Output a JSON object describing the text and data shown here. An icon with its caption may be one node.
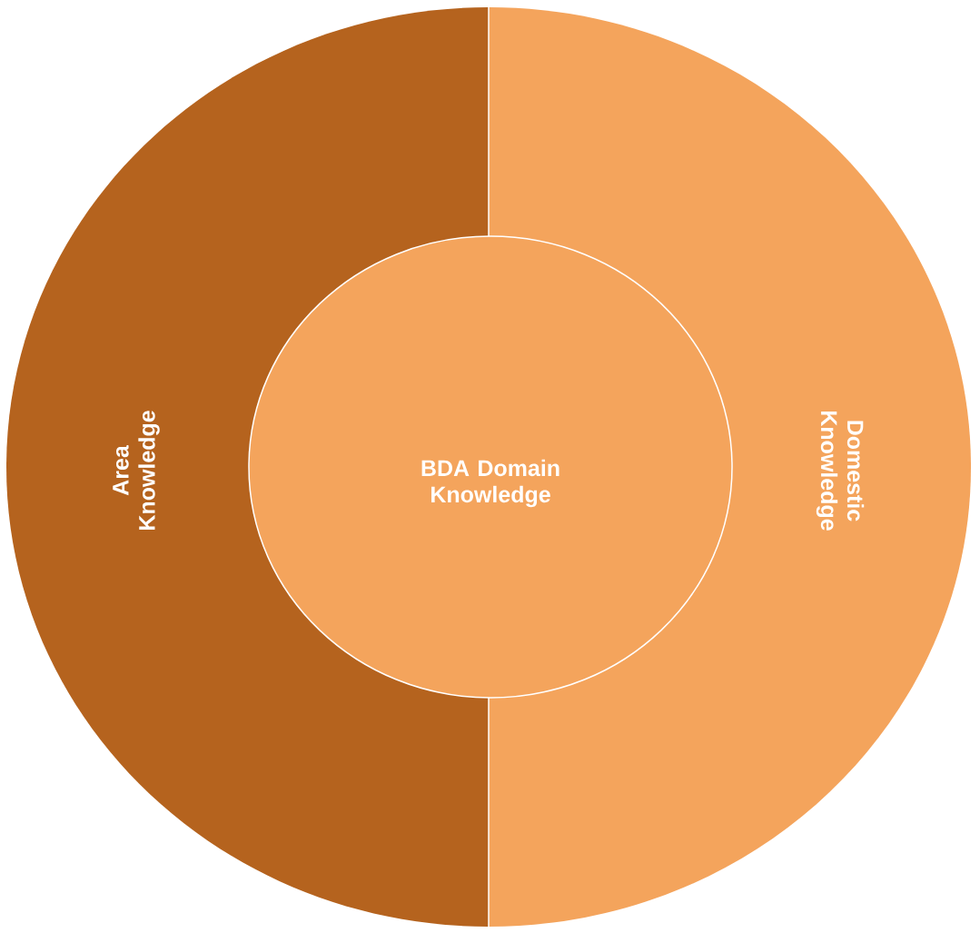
{
  "diagram": {
    "nodes": [
      {
        "text": [
          "Area Knowledge"
        ]
      },
      {
        "text": [
          "Domestic Knowledge"
        ]
      },
      {
        "text": [
          "BDA Domain Knowledge"
        ]
      }
    ]
  }
}
